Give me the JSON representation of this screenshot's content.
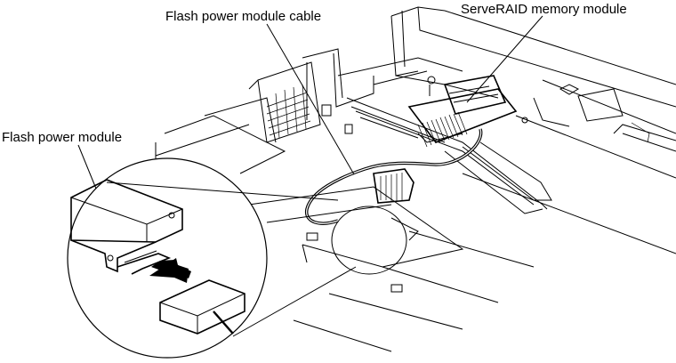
{
  "callouts": {
    "cable": "Flash power module cable",
    "memory": "ServeRAID memory module",
    "module": "Flash power module"
  }
}
